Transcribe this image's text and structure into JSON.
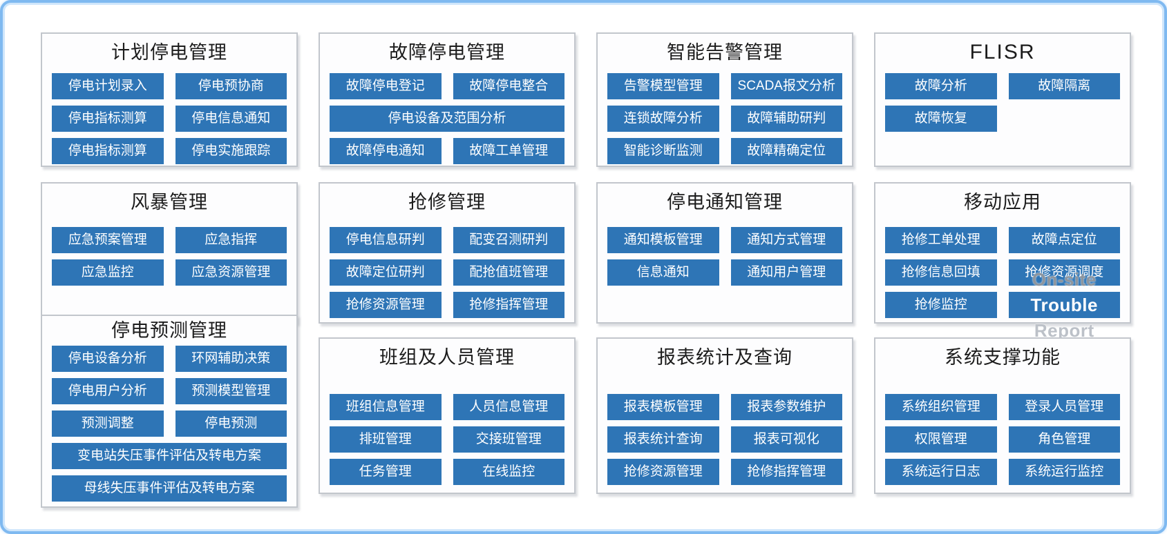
{
  "colors": {
    "button_bg": "#2e75b6",
    "button_text": "#ffffff",
    "panel_border": "#c2c6cc",
    "title_text": "#1c1c1c",
    "frame_border": "#7fb9f0",
    "overlay_gray": "#8e959d",
    "overlay_light_gray": "#bcc1c8"
  },
  "panels": [
    {
      "id": "planned-outage-management",
      "title": "计划停电管理",
      "buttons": [
        {
          "label": "停电计划录入"
        },
        {
          "label": "停电预协商"
        },
        {
          "label": "停电指标测算"
        },
        {
          "label": "停电信息通知"
        },
        {
          "label": "停电指标测算"
        },
        {
          "label": "停电实施跟踪"
        }
      ]
    },
    {
      "id": "fault-outage-management",
      "title": "故障停电管理",
      "buttons": [
        {
          "label": "故障停电登记"
        },
        {
          "label": "故障停电整合"
        },
        {
          "label": "停电设备及范围分析",
          "wide": true
        },
        {
          "label": "故障停电通知"
        },
        {
          "label": "故障工单管理"
        }
      ]
    },
    {
      "id": "intelligent-alarm-management",
      "title": "智能告警管理",
      "buttons": [
        {
          "label": "告警模型管理"
        },
        {
          "label": "SCADA报文分析"
        },
        {
          "label": "连锁故障分析"
        },
        {
          "label": "故障辅助研判"
        },
        {
          "label": "智能诊断监测"
        },
        {
          "label": "故障精确定位"
        }
      ]
    },
    {
      "id": "flisr",
      "title": "FLISR",
      "buttons": [
        {
          "label": "故障分析"
        },
        {
          "label": "故障隔离"
        },
        {
          "label": "故障恢复"
        }
      ]
    },
    {
      "id": "storm-management",
      "title": "风暴管理",
      "buttons": [
        {
          "label": "应急预案管理"
        },
        {
          "label": "应急指挥"
        },
        {
          "label": "应急监控"
        },
        {
          "label": "应急资源管理"
        }
      ]
    },
    {
      "id": "repair-management",
      "title": "抢修管理",
      "buttons": [
        {
          "label": "停电信息研判"
        },
        {
          "label": "配变召测研判"
        },
        {
          "label": "故障定位研判"
        },
        {
          "label": "配抢值班管理"
        },
        {
          "label": "抢修资源管理"
        },
        {
          "label": "抢修指挥管理"
        }
      ]
    },
    {
      "id": "outage-notification-management",
      "title": "停电通知管理",
      "buttons": [
        {
          "label": "通知模板管理"
        },
        {
          "label": "通知方式管理"
        },
        {
          "label": "信息通知"
        },
        {
          "label": "通知用户管理"
        }
      ]
    },
    {
      "id": "mobile-applications",
      "title": "移动应用",
      "buttons": [
        {
          "label": "抢修工单处理"
        },
        {
          "label": "故障点定位"
        },
        {
          "label": "抢修信息回填"
        },
        {
          "label": "抢修资源调度"
        },
        {
          "label": "抢修监控"
        },
        {
          "label": "Trouble",
          "english": true,
          "overflow_above": "On-site",
          "overflow_below": "Report"
        }
      ]
    },
    {
      "id": "outage-forecast-management",
      "title": "停电预测管理",
      "buttons": [
        {
          "label": "停电设备分析"
        },
        {
          "label": "环网辅助决策"
        },
        {
          "label": "停电用户分析"
        },
        {
          "label": "预测模型管理"
        },
        {
          "label": "预测调整"
        },
        {
          "label": "停电预测"
        },
        {
          "label": "变电站失压事件评估及转电方案",
          "wide": true
        },
        {
          "label": "母线失压事件评估及转电方案",
          "wide": true
        }
      ]
    },
    {
      "id": "team-and-personnel-management",
      "title": "班组及人员管理",
      "buttons": [
        {
          "label": "班组信息管理"
        },
        {
          "label": "人员信息管理"
        },
        {
          "label": "排班管理"
        },
        {
          "label": "交接班管理"
        },
        {
          "label": "任务管理"
        },
        {
          "label": "在线监控"
        }
      ]
    },
    {
      "id": "report-statistics-and-query",
      "title": "报表统计及查询",
      "buttons": [
        {
          "label": "报表模板管理"
        },
        {
          "label": "报表参数维护"
        },
        {
          "label": "报表统计查询"
        },
        {
          "label": "报表可视化"
        },
        {
          "label": "抢修资源管理"
        },
        {
          "label": "抢修指挥管理"
        }
      ]
    },
    {
      "id": "system-support-functions",
      "title": "系统支撑功能",
      "buttons": [
        {
          "label": "系统组织管理"
        },
        {
          "label": "登录人员管理"
        },
        {
          "label": "权限管理"
        },
        {
          "label": "角色管理"
        },
        {
          "label": "系统运行日志"
        },
        {
          "label": "系统运行监控"
        }
      ]
    }
  ]
}
